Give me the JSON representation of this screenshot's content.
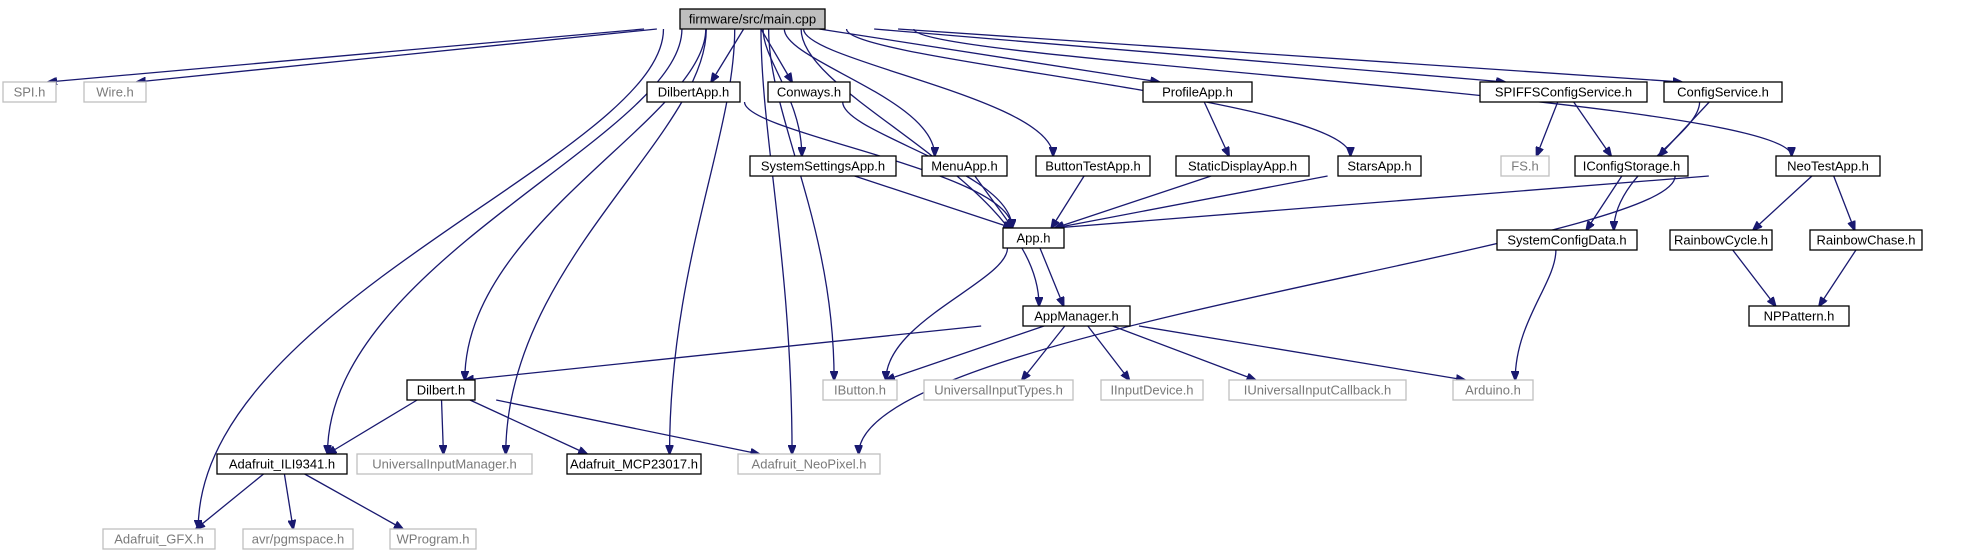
{
  "graph": {
    "nodes": {
      "main": {
        "label": "firmware/src/main.cpp",
        "kind": "root"
      },
      "spi": {
        "label": "SPI.h",
        "kind": "ext"
      },
      "wire": {
        "label": "Wire.h",
        "kind": "ext"
      },
      "gfx": {
        "label": "Adafruit_GFX.h",
        "kind": "ext"
      },
      "ili": {
        "label": "Adafruit_ILI9341.h",
        "kind": "doc"
      },
      "uim": {
        "label": "UniversalInputManager.h",
        "kind": "ext"
      },
      "dilbert": {
        "label": "Dilbert.h",
        "kind": "doc"
      },
      "mcp": {
        "label": "Adafruit_MCP23017.h",
        "kind": "doc"
      },
      "neo": {
        "label": "Adafruit_NeoPixel.h",
        "kind": "ext"
      },
      "ibutton": {
        "label": "IButton.h",
        "kind": "ext"
      },
      "dilbertapp": {
        "label": "DilbertApp.h",
        "kind": "doc"
      },
      "conways": {
        "label": "Conways.h",
        "kind": "doc"
      },
      "syssettings": {
        "label": "SystemSettingsApp.h",
        "kind": "doc"
      },
      "menuapp": {
        "label": "MenuApp.h",
        "kind": "doc"
      },
      "buttontest": {
        "label": "ButtonTestApp.h",
        "kind": "doc"
      },
      "profile": {
        "label": "ProfileApp.h",
        "kind": "doc"
      },
      "staticdisp": {
        "label": "StaticDisplayApp.h",
        "kind": "doc"
      },
      "stars": {
        "label": "StarsApp.h",
        "kind": "doc"
      },
      "app": {
        "label": "App.h",
        "kind": "doc"
      },
      "appmgr": {
        "label": "AppManager.h",
        "kind": "doc"
      },
      "uit": {
        "label": "UniversalInputTypes.h",
        "kind": "ext"
      },
      "iinput": {
        "label": "IInputDevice.h",
        "kind": "ext"
      },
      "iuic": {
        "label": "IUniversalInputCallback.h",
        "kind": "ext"
      },
      "arduino": {
        "label": "Arduino.h",
        "kind": "ext"
      },
      "spiffs": {
        "label": "SPIFFSConfigService.h",
        "kind": "doc"
      },
      "fs": {
        "label": "FS.h",
        "kind": "ext"
      },
      "iconf": {
        "label": "IConfigStorage.h",
        "kind": "doc"
      },
      "configsvc": {
        "label": "ConfigService.h",
        "kind": "doc"
      },
      "sysconf": {
        "label": "SystemConfigData.h",
        "kind": "doc"
      },
      "neotest": {
        "label": "NeoTestApp.h",
        "kind": "doc"
      },
      "rcycle": {
        "label": "RainbowCycle.h",
        "kind": "doc"
      },
      "rchase": {
        "label": "RainbowChase.h",
        "kind": "doc"
      },
      "nppattern": {
        "label": "NPPattern.h",
        "kind": "doc"
      },
      "pgm": {
        "label": "avr/pgmspace.h",
        "kind": "ext"
      },
      "wprog": {
        "label": "WProgram.h",
        "kind": "ext"
      }
    },
    "edges": [
      [
        "main",
        "spi"
      ],
      [
        "main",
        "wire"
      ],
      [
        "main",
        "gfx"
      ],
      [
        "main",
        "ili"
      ],
      [
        "main",
        "uim"
      ],
      [
        "main",
        "dilbert"
      ],
      [
        "main",
        "mcp"
      ],
      [
        "main",
        "neo"
      ],
      [
        "main",
        "ibutton"
      ],
      [
        "main",
        "dilbertapp"
      ],
      [
        "main",
        "conways"
      ],
      [
        "main",
        "syssettings"
      ],
      [
        "main",
        "menuapp"
      ],
      [
        "main",
        "buttontest"
      ],
      [
        "main",
        "profile"
      ],
      [
        "main",
        "stars"
      ],
      [
        "main",
        "appmgr"
      ],
      [
        "main",
        "spiffs"
      ],
      [
        "main",
        "configsvc"
      ],
      [
        "main",
        "neotest"
      ],
      [
        "dilbertapp",
        "app"
      ],
      [
        "conways",
        "app"
      ],
      [
        "syssettings",
        "app"
      ],
      [
        "menuapp",
        "app"
      ],
      [
        "buttontest",
        "app"
      ],
      [
        "profile",
        "staticdisp"
      ],
      [
        "staticdisp",
        "app"
      ],
      [
        "stars",
        "app"
      ],
      [
        "app",
        "ibutton"
      ],
      [
        "app",
        "appmgr"
      ],
      [
        "appmgr",
        "dilbert"
      ],
      [
        "appmgr",
        "ibutton"
      ],
      [
        "appmgr",
        "uit"
      ],
      [
        "appmgr",
        "iinput"
      ],
      [
        "appmgr",
        "iuic"
      ],
      [
        "appmgr",
        "arduino"
      ],
      [
        "dilbert",
        "ili"
      ],
      [
        "dilbert",
        "uim"
      ],
      [
        "dilbert",
        "mcp"
      ],
      [
        "dilbert",
        "neo"
      ],
      [
        "ili",
        "gfx"
      ],
      [
        "ili",
        "pgm"
      ],
      [
        "ili",
        "wprog"
      ],
      [
        "spiffs",
        "fs"
      ],
      [
        "spiffs",
        "iconf"
      ],
      [
        "configsvc",
        "iconf"
      ],
      [
        "configsvc",
        "sysconf"
      ],
      [
        "iconf",
        "sysconf"
      ],
      [
        "sysconf",
        "arduino"
      ],
      [
        "neotest",
        "app"
      ],
      [
        "neotest",
        "rcycle"
      ],
      [
        "neotest",
        "rchase"
      ],
      [
        "neotest",
        "neo"
      ],
      [
        "rcycle",
        "nppattern"
      ],
      [
        "rchase",
        "nppattern"
      ]
    ],
    "colors": {
      "edge": "#191970",
      "root_fill": "#bfbfbf",
      "ext_border": "#bfbfbf",
      "ext_text": "#7a7a7a"
    }
  }
}
